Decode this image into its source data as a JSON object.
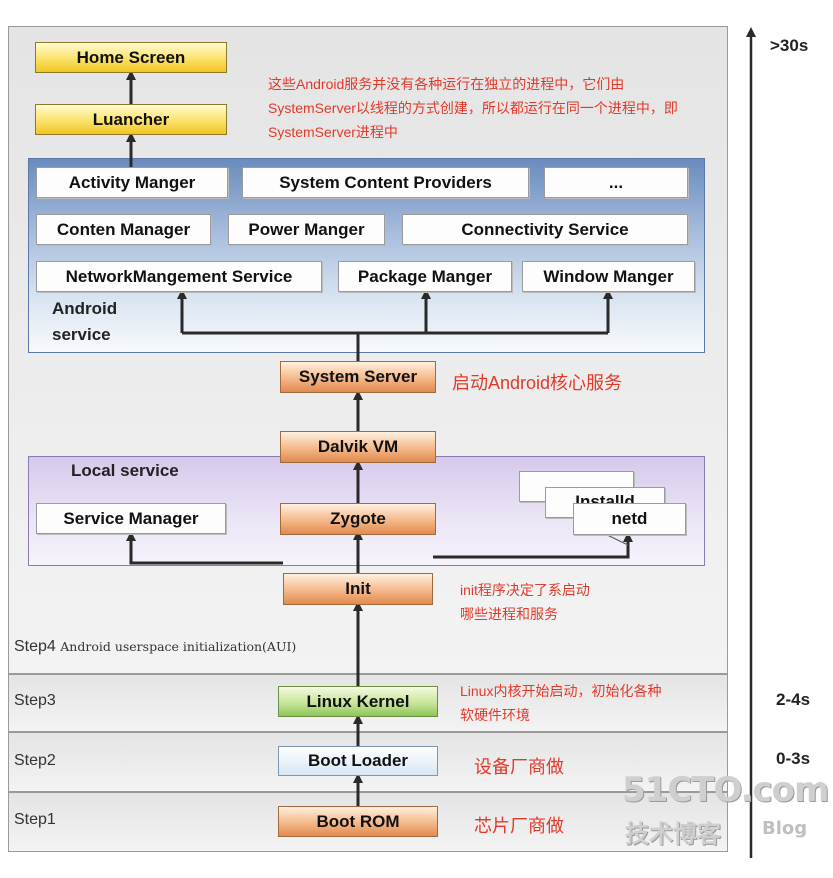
{
  "steps": {
    "step1": "Step1",
    "step2": "Step2",
    "step3": "Step3",
    "step4": "Step4",
    "step4_desc": "Android userspace initialization(AUI)"
  },
  "boxes": {
    "home_screen": "Home Screen",
    "launcher": "Luancher",
    "activity_manager": "Activity Manger",
    "content_providers": "System Content Providers",
    "ellipsis": "...",
    "content_manager": "Conten Manager",
    "power_manager": "Power Manger",
    "connectivity_service": "Connectivity Service",
    "network_management": "NetworkMangement Service",
    "package_manager": "Package Manger",
    "window_manager": "Window Manger",
    "system_server": "System Server",
    "dalvik_vm": "Dalvik VM",
    "service_manager": "Service Manager",
    "zygote": "Zygote",
    "installd": "Installd",
    "netd": "netd",
    "init": "Init",
    "linux_kernel": "Linux Kernel",
    "boot_loader": "Boot Loader",
    "boot_rom": "Boot ROM"
  },
  "panels": {
    "android_service": "Android\nservice",
    "local_service": "Local service"
  },
  "notes": {
    "android_services": "这些Android服务并没有各种运行在独立的进程中，它们由SystemServer以线程的方式创建，所以都运行在同一个进程中，即SystemServer进程中",
    "system_server": "启动Android核心服务",
    "init": "init程序决定了系启动哪些进程和服务",
    "kernel": "Linux内核开始启动，初始化各种软硬件环境",
    "boot_loader": "设备厂商做",
    "boot_rom": "芯片厂商做"
  },
  "timeline": {
    "top": ">30s",
    "mid": "2-4s",
    "low": "0-3s"
  },
  "watermark": {
    "line1": "51CTO.com",
    "line2": "技术博客",
    "line3": "Blog"
  },
  "colors": {
    "orange_box": "#f4b88a",
    "yellow_box": "#fbe26a",
    "green_box": "#c7e59a",
    "android_panel": "#6a8bbd",
    "local_panel": "#d6c9ec",
    "note_red": "#e23a2a"
  }
}
